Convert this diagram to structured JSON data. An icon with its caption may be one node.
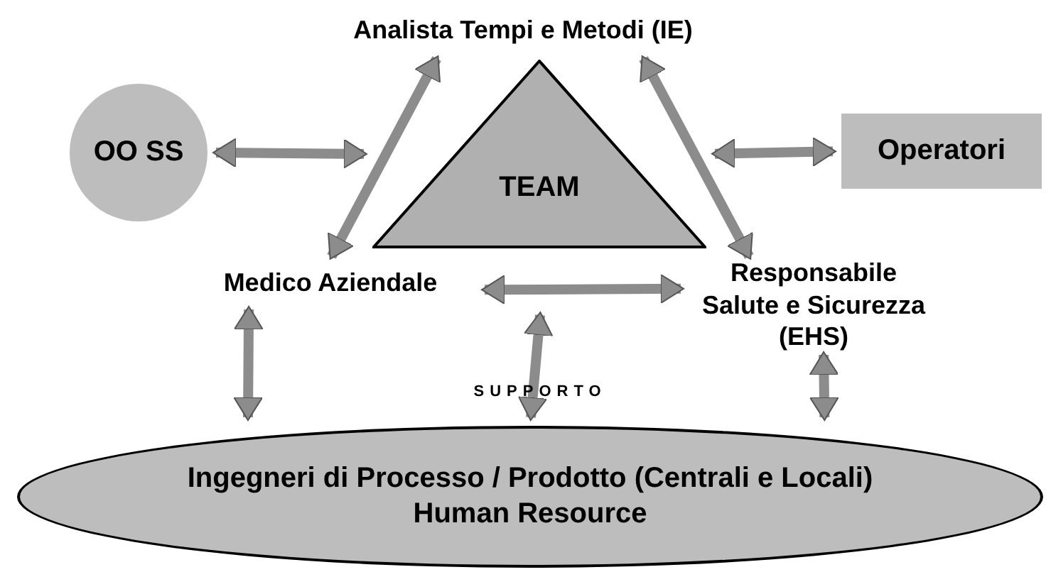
{
  "diagram": {
    "nodes": [
      {
        "text": [
          "Analista Tempi e Metodi (IE)"
        ]
      },
      {
        "text": [
          "OO SS"
        ]
      },
      {
        "text": [
          "TEAM"
        ]
      },
      {
        "text": [
          "Operatori"
        ]
      },
      {
        "text": [
          "Medico Aziendale"
        ]
      },
      {
        "text": [
          "Responsabile Salute e Sicurezza (EHS)"
        ]
      },
      {
        "text": [
          "Ingegneri di Processo / Prodotto (Centrali e Locali)",
          "Human Resource"
        ]
      }
    ],
    "edges": [
      {
        "from": 1,
        "to": 2,
        "arrow": "both"
      },
      {
        "from": 4,
        "to": 0,
        "arrow": "both"
      },
      {
        "from": 5,
        "to": 0,
        "arrow": "both"
      },
      {
        "from": 2,
        "to": 3,
        "arrow": "both"
      },
      {
        "from": 4,
        "to": 5,
        "arrow": "both"
      },
      {
        "from": 4,
        "to": 6,
        "arrow": "both"
      },
      {
        "from": null,
        "to": 6,
        "arrow": "both"
      },
      {
        "from": 5,
        "to": 6,
        "arrow": "both"
      }
    ],
    "labels": [
      "SUPPORTO"
    ]
  }
}
